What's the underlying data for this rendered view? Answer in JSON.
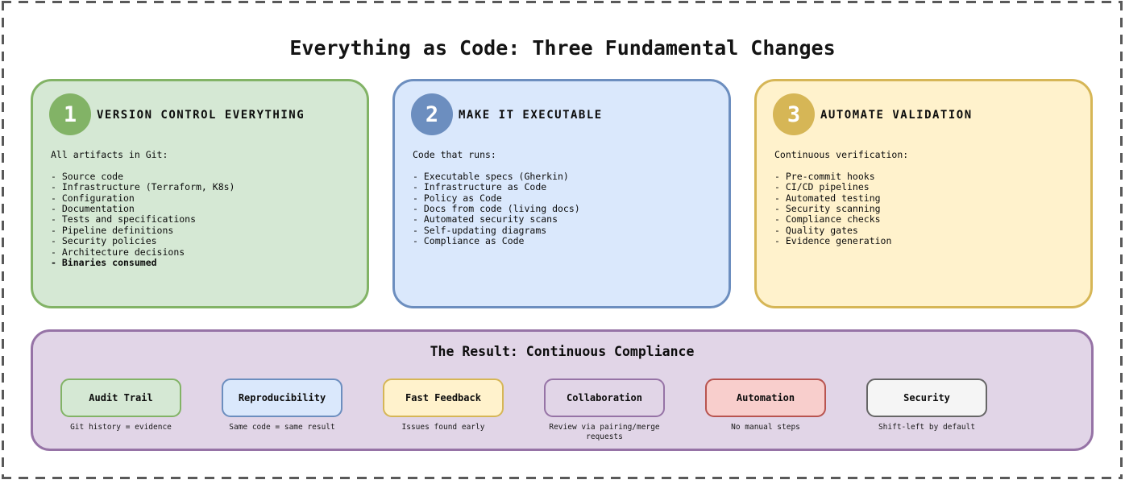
{
  "title": "Everything as Code: Three Fundamental Changes",
  "panels": [
    {
      "number": "1",
      "heading": "VERSION CONTROL EVERYTHING",
      "theme": "green",
      "intro": "All artifacts in Git:",
      "items": [
        {
          "text": "- Source code"
        },
        {
          "text": "- Infrastructure (Terraform, K8s)"
        },
        {
          "text": "- Configuration"
        },
        {
          "text": "- Documentation"
        },
        {
          "text": "- Tests and specifications"
        },
        {
          "text": "- Pipeline definitions"
        },
        {
          "text": "- Security policies"
        },
        {
          "text": "- Architecture decisions"
        },
        {
          "text": "- Binaries consumed",
          "bold": true
        }
      ]
    },
    {
      "number": "2",
      "heading": "MAKE IT EXECUTABLE",
      "theme": "blue",
      "intro": "Code that runs:",
      "items": [
        {
          "text": "- Executable specs (Gherkin)"
        },
        {
          "text": "- Infrastructure as Code"
        },
        {
          "text": "- Policy as Code"
        },
        {
          "text": "- Docs from code (living docs)"
        },
        {
          "text": "- Automated security scans"
        },
        {
          "text": "- Self-updating diagrams"
        },
        {
          "text": "- Compliance as Code"
        }
      ]
    },
    {
      "number": "3",
      "heading": "AUTOMATE VALIDATION",
      "theme": "yellow",
      "intro": "Continuous verification:",
      "items": [
        {
          "text": "- Pre-commit hooks"
        },
        {
          "text": "- CI/CD pipelines"
        },
        {
          "text": "- Automated testing"
        },
        {
          "text": "- Security scanning"
        },
        {
          "text": "- Compliance checks"
        },
        {
          "text": "- Quality gates"
        },
        {
          "text": "- Evidence generation"
        }
      ]
    }
  ],
  "result": {
    "title": "The Result: Continuous Compliance",
    "theme": "purple",
    "badges": [
      {
        "label": "Audit Trail",
        "caption": "Git history = evidence",
        "theme": "green"
      },
      {
        "label": "Reproducibility",
        "caption": "Same code = same result",
        "theme": "blue"
      },
      {
        "label": "Fast Feedback",
        "caption": "Issues found early",
        "theme": "yellow"
      },
      {
        "label": "Collaboration",
        "caption": "Review via pairing/merge requests",
        "theme": "purple"
      },
      {
        "label": "Automation",
        "caption": "No manual steps",
        "theme": "red"
      },
      {
        "label": "Security",
        "caption": "Shift-left by default",
        "theme": "gray"
      }
    ]
  },
  "themes": {
    "green": {
      "fill": "#d5e8d4",
      "stroke": "#82b366"
    },
    "blue": {
      "fill": "#dae8fc",
      "stroke": "#6c8ebf"
    },
    "yellow": {
      "fill": "#fff2cc",
      "stroke": "#d6b656"
    },
    "purple": {
      "fill": "#e1d5e7",
      "stroke": "#9673a6"
    },
    "red": {
      "fill": "#f8cecc",
      "stroke": "#b85450"
    },
    "gray": {
      "fill": "#f5f5f5",
      "stroke": "#666666"
    }
  },
  "frame_color": "#595959"
}
